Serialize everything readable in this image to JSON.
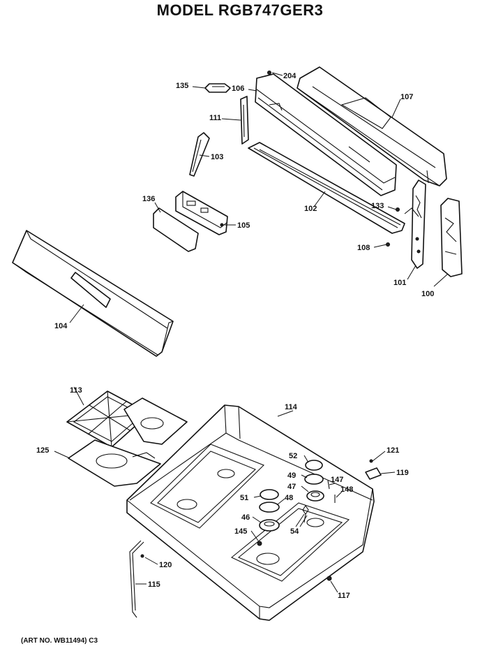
{
  "title": "MODEL RGB747GER3",
  "art_number": "(ART NO. WB11494) C3",
  "parts": [
    {
      "id": "p135",
      "label": "135"
    },
    {
      "id": "p106",
      "label": "106"
    },
    {
      "id": "p204",
      "label": "204"
    },
    {
      "id": "p107",
      "label": "107"
    },
    {
      "id": "p111",
      "label": "111"
    },
    {
      "id": "p103",
      "label": "103"
    },
    {
      "id": "p136",
      "label": "136"
    },
    {
      "id": "p105",
      "label": "105"
    },
    {
      "id": "p102",
      "label": "102"
    },
    {
      "id": "p133",
      "label": "133"
    },
    {
      "id": "p108",
      "label": "108"
    },
    {
      "id": "p101",
      "label": "101"
    },
    {
      "id": "p100",
      "label": "100"
    },
    {
      "id": "p104",
      "label": "104"
    },
    {
      "id": "p113",
      "label": "113"
    },
    {
      "id": "p114",
      "label": "114"
    },
    {
      "id": "p125",
      "label": "125"
    },
    {
      "id": "p121",
      "label": "121"
    },
    {
      "id": "p52",
      "label": "52"
    },
    {
      "id": "p119",
      "label": "119"
    },
    {
      "id": "p49",
      "label": "49"
    },
    {
      "id": "p147",
      "label": "147"
    },
    {
      "id": "p47",
      "label": "47"
    },
    {
      "id": "p148",
      "label": "148"
    },
    {
      "id": "p51",
      "label": "51"
    },
    {
      "id": "p48",
      "label": "48"
    },
    {
      "id": "p46",
      "label": "46"
    },
    {
      "id": "p145",
      "label": "145"
    },
    {
      "id": "p54",
      "label": "54"
    },
    {
      "id": "p120",
      "label": "120"
    },
    {
      "id": "p115",
      "label": "115"
    },
    {
      "id": "p117",
      "label": "117"
    }
  ]
}
